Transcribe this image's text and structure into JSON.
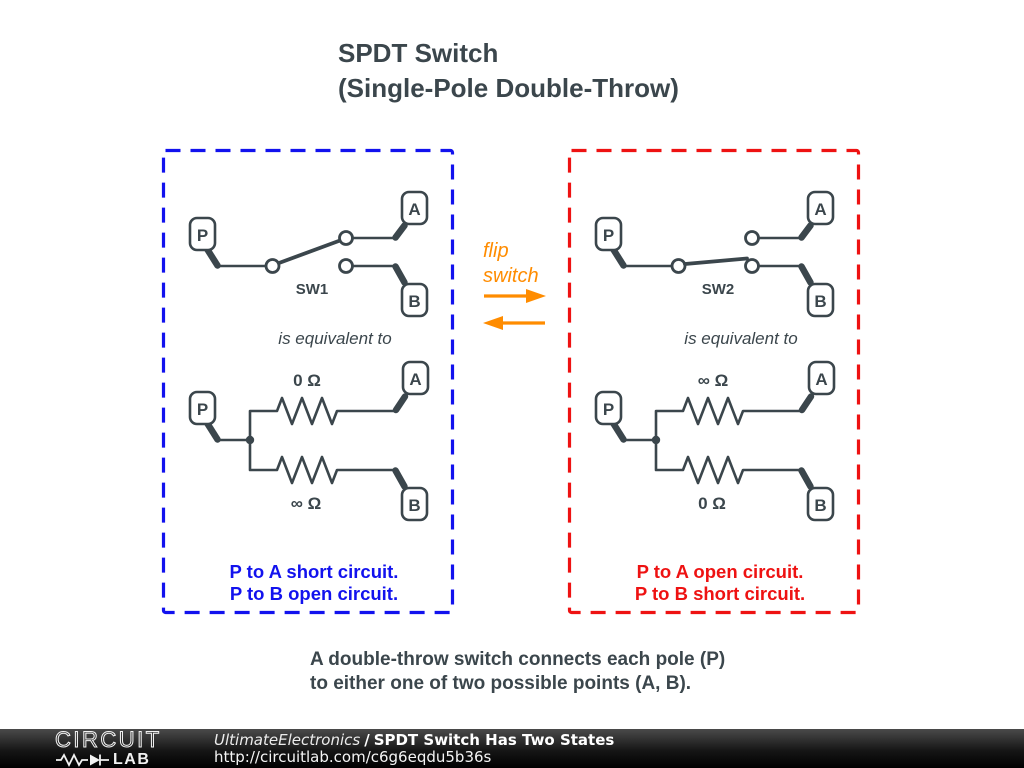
{
  "colors": {
    "ink": "#3b464c",
    "panel_left": "#1212ee",
    "panel_right": "#ee1212",
    "accent_orange": "#ff8c00",
    "footer_background": "#111111"
  },
  "title": {
    "line1": "SPDT Switch",
    "line2": "(Single-Pole Double-Throw)"
  },
  "flip_note": {
    "line1": "flip",
    "line2": "switch"
  },
  "left_panel": {
    "switch_label": "SW1",
    "pole": "P",
    "throw_a": "A",
    "throw_b": "B",
    "equivalence_text": "is equivalent to",
    "top_resistor": "0 Ω",
    "bottom_resistor": "∞ Ω",
    "status_line1": "P to A short circuit.",
    "status_line2": "P to B open circuit."
  },
  "right_panel": {
    "switch_label": "SW2",
    "pole": "P",
    "throw_a": "A",
    "throw_b": "B",
    "equivalence_text": "is equivalent to",
    "top_resistor": "∞ Ω",
    "bottom_resistor": "0 Ω",
    "status_line1": "P to A open circuit.",
    "status_line2": "P to B short circuit."
  },
  "caption": {
    "line1": "A double-throw switch connects each pole (P)",
    "line2": "to either one of two possible points (A, B)."
  },
  "footer": {
    "logo_top": "CIRCUIT",
    "logo_bottom": "LAB",
    "author": "UltimateElectronics",
    "separator": "/",
    "title": "SPDT Switch Has Two States",
    "url": "http://circuitlab.com/c6g6eqdu5b36s"
  }
}
